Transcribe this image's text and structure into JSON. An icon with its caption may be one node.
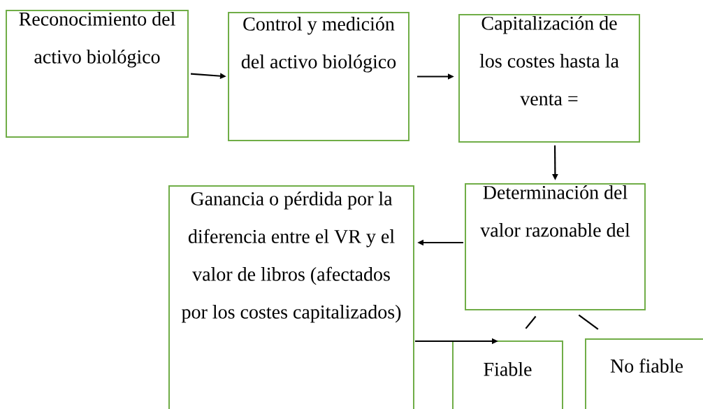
{
  "diagram": {
    "nodes": [
      {
        "text": [
          "Reconocimiento del activo biológico"
        ]
      },
      {
        "text": [
          "Control y medición del activo biológico"
        ]
      },
      {
        "text": [
          "Capitalización de los costes hasta la venta ="
        ]
      },
      {
        "text": [
          "Ganancia o pérdida por la diferencia entre el VR y el valor de libros (afectados por los costes capitalizados)"
        ]
      },
      {
        "text": [
          "Determinación del valor razonable del"
        ]
      },
      {
        "text": [
          "Fiable"
        ]
      },
      {
        "text": [
          "No fiable"
        ]
      }
    ],
    "edges": [
      {
        "from": 0,
        "to": 1,
        "arrow": "to"
      },
      {
        "from": 1,
        "to": 2,
        "arrow": "to"
      },
      {
        "from": 2,
        "to": 4,
        "arrow": "to"
      },
      {
        "from": 4,
        "to": 3,
        "arrow": "to"
      },
      {
        "from": 3,
        "to": 5,
        "arrow": "to"
      },
      {
        "from": 4,
        "to": 5,
        "arrow": "none"
      },
      {
        "from": 4,
        "to": 6,
        "arrow": "none"
      }
    ]
  }
}
